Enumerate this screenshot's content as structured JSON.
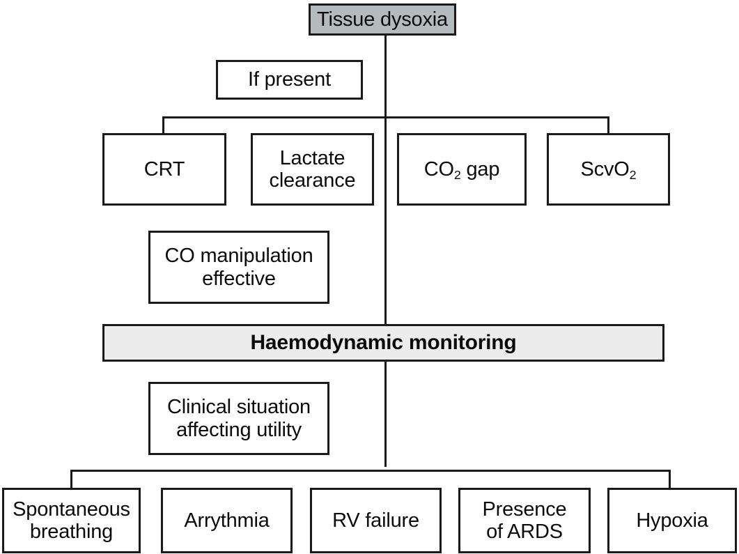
{
  "diagram": {
    "title": "Tissue dysoxia haemodynamic monitoring flowchart",
    "type": "flowchart",
    "colors": {
      "root_fill": "#b5babd",
      "banner_fill": "#ececec",
      "box_fill": "#ffffff",
      "stroke": "#1a1a1a",
      "text": "#0b0b0b"
    },
    "root": {
      "label": "Tissue dysoxia"
    },
    "condition_top": {
      "label": "If present"
    },
    "assessment_row": [
      {
        "label": "CRT"
      },
      {
        "label": "Lactate clearance",
        "lines": [
          "Lactate",
          "clearance"
        ]
      },
      {
        "label": "CO2 gap",
        "lines": [
          "CO",
          "2",
          " gap"
        ],
        "has_subscript": true
      },
      {
        "label": "ScvO2",
        "lines": [
          "ScvO",
          "2"
        ],
        "has_subscript": true
      }
    ],
    "condition_middle": {
      "label": "CO manipulation effective",
      "lines": [
        "CO manipulation",
        "effective"
      ]
    },
    "banner": {
      "label": "Haemodynamic monitoring"
    },
    "condition_bottom": {
      "label": "Clinical situation affecting utility",
      "lines": [
        "Clinical situation",
        "affecting utility"
      ]
    },
    "situation_row": [
      {
        "label": "Spontaneous breathing",
        "lines": [
          "Spontaneous",
          "breathing"
        ]
      },
      {
        "label": "Arrythmia",
        "lines": [
          "Arrythmia"
        ]
      },
      {
        "label": "RV failure",
        "lines": [
          "RV failure"
        ]
      },
      {
        "label": "Presence of ARDS",
        "lines": [
          "Presence",
          "of ARDS"
        ]
      },
      {
        "label": "Hypoxia",
        "lines": [
          "Hypoxia"
        ]
      }
    ]
  }
}
